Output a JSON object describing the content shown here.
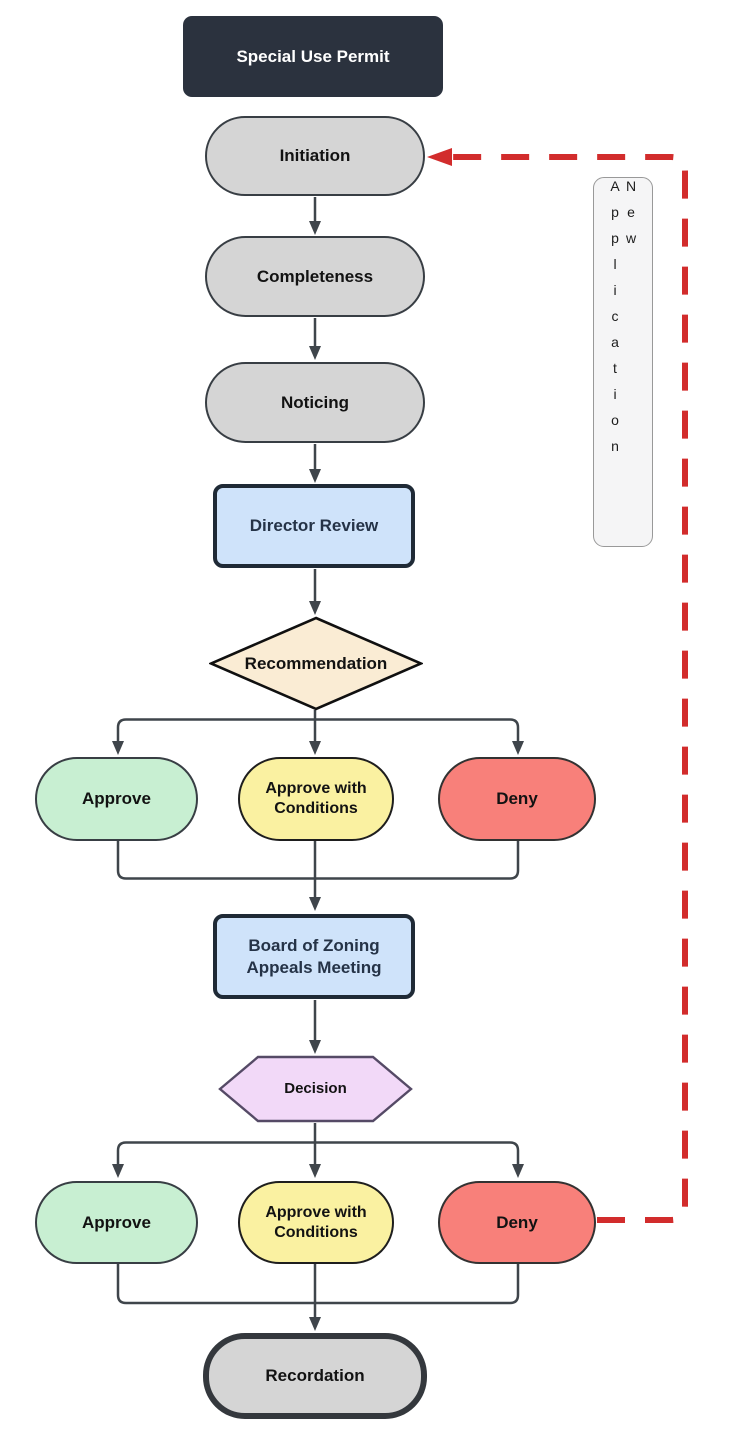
{
  "diagram": {
    "title": "Special Use Permit",
    "type": "flowchart",
    "nodes": {
      "title": "Special Use Permit",
      "initiation": "Initiation",
      "completeness": "Completeness",
      "noticing": "Noticing",
      "director_review": "Director Review",
      "recommendation": "Recommendation",
      "approve1": "Approve",
      "approve_conditions1": "Approve with Conditions",
      "deny1": "Deny",
      "board": "Board of Zoning Appeals Meeting",
      "decision": "Decision",
      "approve2": "Approve",
      "approve_conditions2": "Approve with Conditions",
      "deny2": "Deny",
      "recordation": "Recordation",
      "new_application": "New Application"
    },
    "edges": [
      {
        "from": "initiation",
        "to": "completeness",
        "style": "solid"
      },
      {
        "from": "completeness",
        "to": "noticing",
        "style": "solid"
      },
      {
        "from": "noticing",
        "to": "director_review",
        "style": "solid"
      },
      {
        "from": "director_review",
        "to": "recommendation",
        "style": "solid"
      },
      {
        "from": "recommendation",
        "to": "approve1",
        "style": "solid"
      },
      {
        "from": "recommendation",
        "to": "approve_conditions1",
        "style": "solid"
      },
      {
        "from": "recommendation",
        "to": "deny1",
        "style": "solid"
      },
      {
        "from": "approve1",
        "to": "board",
        "style": "solid"
      },
      {
        "from": "approve_conditions1",
        "to": "board",
        "style": "solid"
      },
      {
        "from": "deny1",
        "to": "board",
        "style": "solid"
      },
      {
        "from": "board",
        "to": "decision",
        "style": "solid"
      },
      {
        "from": "decision",
        "to": "approve2",
        "style": "solid"
      },
      {
        "from": "decision",
        "to": "approve_conditions2",
        "style": "solid"
      },
      {
        "from": "decision",
        "to": "deny2",
        "style": "solid"
      },
      {
        "from": "approve2",
        "to": "recordation",
        "style": "solid"
      },
      {
        "from": "approve_conditions2",
        "to": "recordation",
        "style": "solid"
      },
      {
        "from": "deny2",
        "to": "recordation",
        "style": "solid"
      },
      {
        "from": "deny2",
        "to": "initiation",
        "style": "dashed-red",
        "label": "New Application"
      }
    ]
  },
  "theme": {
    "titleBg": "#2b323e",
    "titleText": "#ffffff",
    "grayFill": "#d5d5d5",
    "nodeBorder": "#383e44",
    "recBorder": "#34383d",
    "blueFill": "#cfe3fa",
    "blueBorder": "#1f2a36",
    "blueText": "#253347",
    "diamondFill": "#faecd4",
    "diamondBorder": "#101010",
    "greenFill": "#c8efd2",
    "yellowFill": "#faf1a1",
    "redFill": "#f8807a",
    "hexFill": "#f2d9f8",
    "hexBorder": "#554a66",
    "panelFill": "#f5f5f6",
    "panelBorder": "#999999",
    "line": "#3f454b",
    "red": "#d22c2c",
    "text": "#121212"
  }
}
